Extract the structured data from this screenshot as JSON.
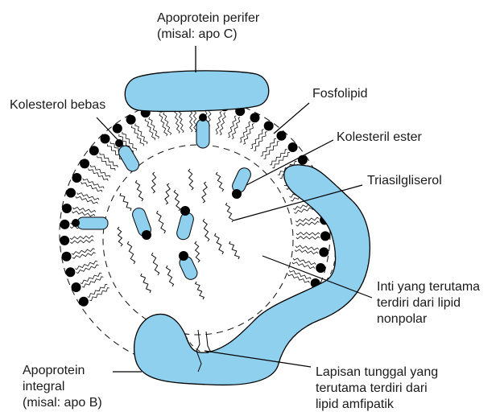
{
  "labels": {
    "apo_perifer_line1": "Apoprotein perifer",
    "apo_perifer_line2": "(misal: apo C)",
    "kolesterol_bebas": "Kolesterol bebas",
    "fosfolipid": "Fosfolipid",
    "kolesteril_ester": "Kolesteril ester",
    "triasilgliserol": "Triasilgliserol",
    "inti_line1": "Inti yang terutama",
    "inti_line2": "terdiri dari lipid",
    "inti_line3": "nonpolar",
    "apo_integral_line1": "Apoprotein",
    "apo_integral_line2": "integral",
    "apo_integral_line3": "(misal: apo B)",
    "lapisan_line1": "Lapisan tunggal yang",
    "lapisan_line2": "terutama terdiri dari",
    "lapisan_line3": "lipid amfipatik"
  },
  "colors": {
    "protein_fill": "#8fd0ef",
    "outline": "#000000",
    "text": "#1a1a1a"
  }
}
